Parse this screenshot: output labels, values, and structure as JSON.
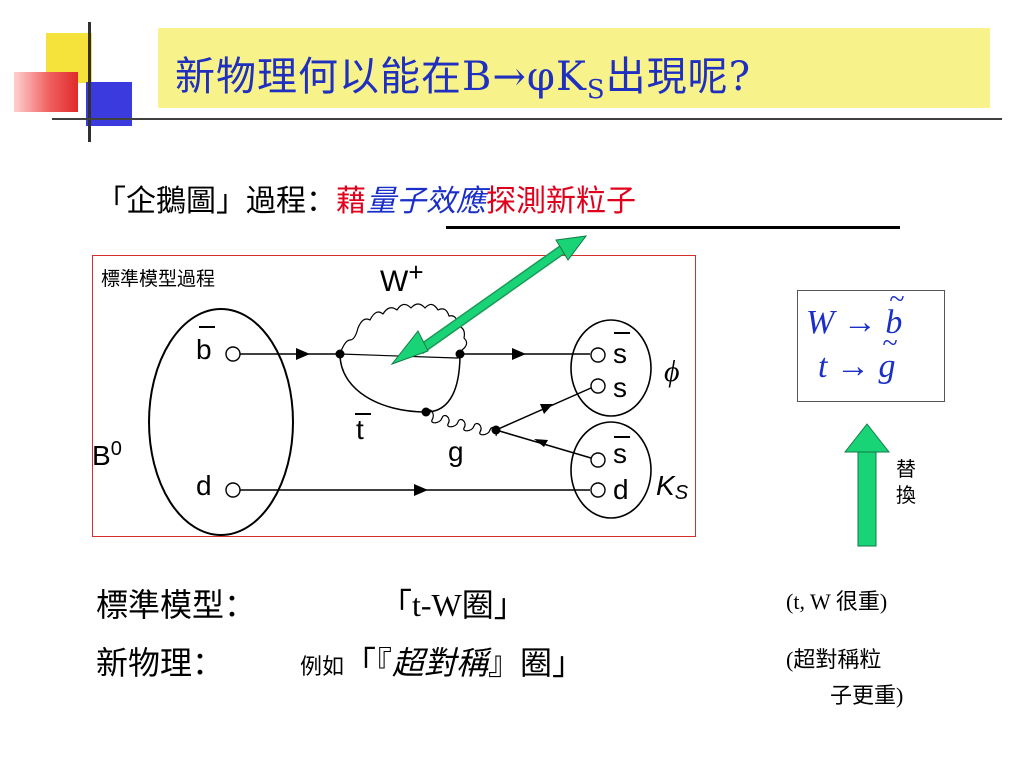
{
  "title": {
    "main": "新物理何以能在B→",
    "phi": "φ",
    "k": "K",
    "k_sub": "S",
    "tail": "出現呢?"
  },
  "subheading": {
    "prefix": "「企鵝圖」過程：",
    "red1": "藉",
    "blue": "量子效應",
    "red2": "探測新粒子"
  },
  "diagram": {
    "caption": "標準模型過程",
    "labels": {
      "w": "W",
      "w_sup": "+",
      "bbar": "b",
      "d_left": "d",
      "b0": "B",
      "b0_sup": "0",
      "tbar": "t",
      "g": "g",
      "sbar_top": "s",
      "s": "s",
      "sbar_bottom": "s",
      "d_right": "d",
      "phi": "ϕ",
      "ks": "K",
      "ks_sub": "S"
    }
  },
  "substitution": {
    "row1_left": "W",
    "row1_arrow": "→",
    "row1_right": "b",
    "row2_left": "t",
    "row2_arrow": "→",
    "row2_right": "g",
    "tilde": "~"
  },
  "replace_label": {
    "char1": "替",
    "char2": "換"
  },
  "rows": {
    "sm_label": "標準模型：",
    "sm_loop": "「t-W圈」",
    "sm_note": "(t, W 很重)",
    "np_label": "新物理：",
    "np_example": "例如",
    "np_open": "「『",
    "np_susy": "超對稱",
    "np_close": "』圈」",
    "np_note1": "(超對稱粒",
    "np_note2": "子更重)"
  },
  "colors": {
    "title_bg": "#f7f28a",
    "title_text": "#1f2fbf",
    "red_text": "#e0001b",
    "blue_text": "#1a2fc8",
    "arrow_green": "#19d477",
    "box_border": "#d23030"
  }
}
